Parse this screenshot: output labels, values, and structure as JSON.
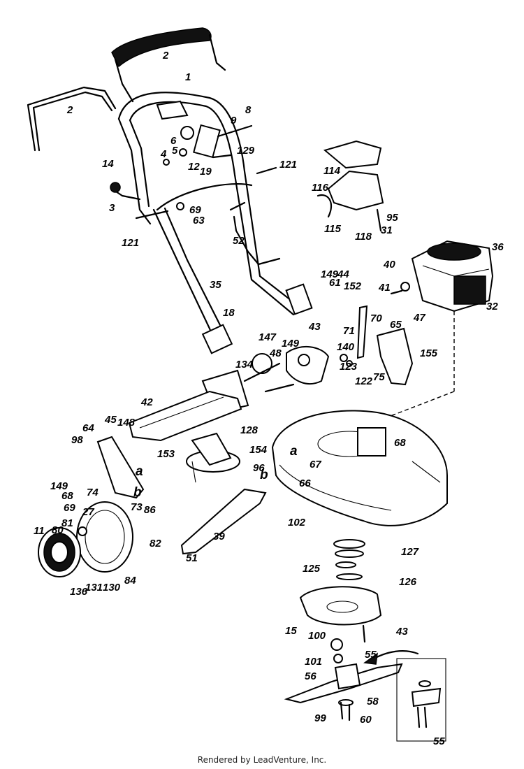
{
  "diagram": {
    "footer": "Rendered by LeadVenture, Inc.",
    "callouts": [
      "1",
      "2",
      "2",
      "3",
      "4",
      "5",
      "6",
      "8",
      "9",
      "12",
      "14",
      "19",
      "35",
      "52",
      "63",
      "69",
      "121",
      "121",
      "129",
      "18",
      "114",
      "116",
      "115",
      "95",
      "31",
      "118",
      "36",
      "40",
      "41",
      "32",
      "149",
      "44",
      "61",
      "152",
      "70",
      "43",
      "71",
      "147",
      "48",
      "149",
      "140",
      "134",
      "123",
      "122",
      "75",
      "65",
      "47",
      "155",
      "42",
      "45",
      "148",
      "64",
      "98",
      "153",
      "128",
      "154",
      "a",
      "67",
      "68",
      "96",
      "b",
      "66",
      "149",
      "68",
      "74",
      "a",
      "b",
      "73",
      "86",
      "69",
      "27",
      "81",
      "80",
      "11",
      "82",
      "39",
      "51",
      "102",
      "127",
      "125",
      "126",
      "131",
      "130",
      "84",
      "136",
      "15",
      "43",
      "100",
      "55",
      "101",
      "56",
      "58",
      "99",
      "60",
      "55"
    ]
  }
}
